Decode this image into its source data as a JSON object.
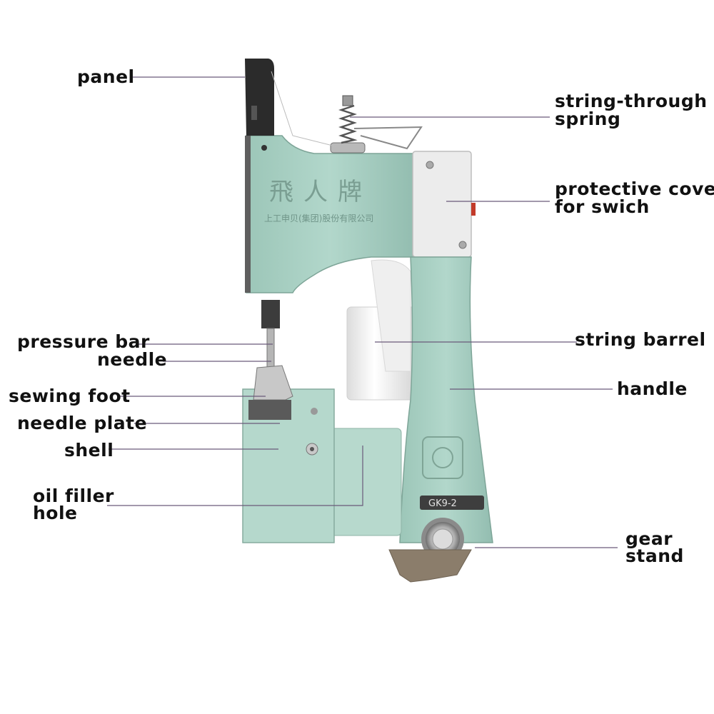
{
  "machine": {
    "brand_plate": "飛人牌",
    "company_plate": "上工申贝(集团)股份有限公司",
    "model_plate": "GK9-2"
  },
  "labels": {
    "panel": "panel",
    "spring_1": "string-through",
    "spring_2": "spring",
    "cover_1": "protective cover",
    "cover_2": "for swich",
    "pressure_bar": "pressure bar",
    "needle": "needle",
    "string_barrel": "string barrel",
    "sewing_foot": "sewing foot",
    "handle": "handle",
    "needle_plate": "needle plate",
    "shell": "shell",
    "oil_1": "oil filler",
    "oil_2": "hole",
    "gear_1": "gear",
    "gear_2": "stand"
  },
  "colors": {
    "body": "#a9d0c4",
    "body_dark": "#8fb8ab",
    "leader": "#6a5a7a",
    "text": "#111111",
    "panel": "#2a2a2a",
    "metal": "#b8b8b8",
    "spool": "#f4f4f4"
  }
}
